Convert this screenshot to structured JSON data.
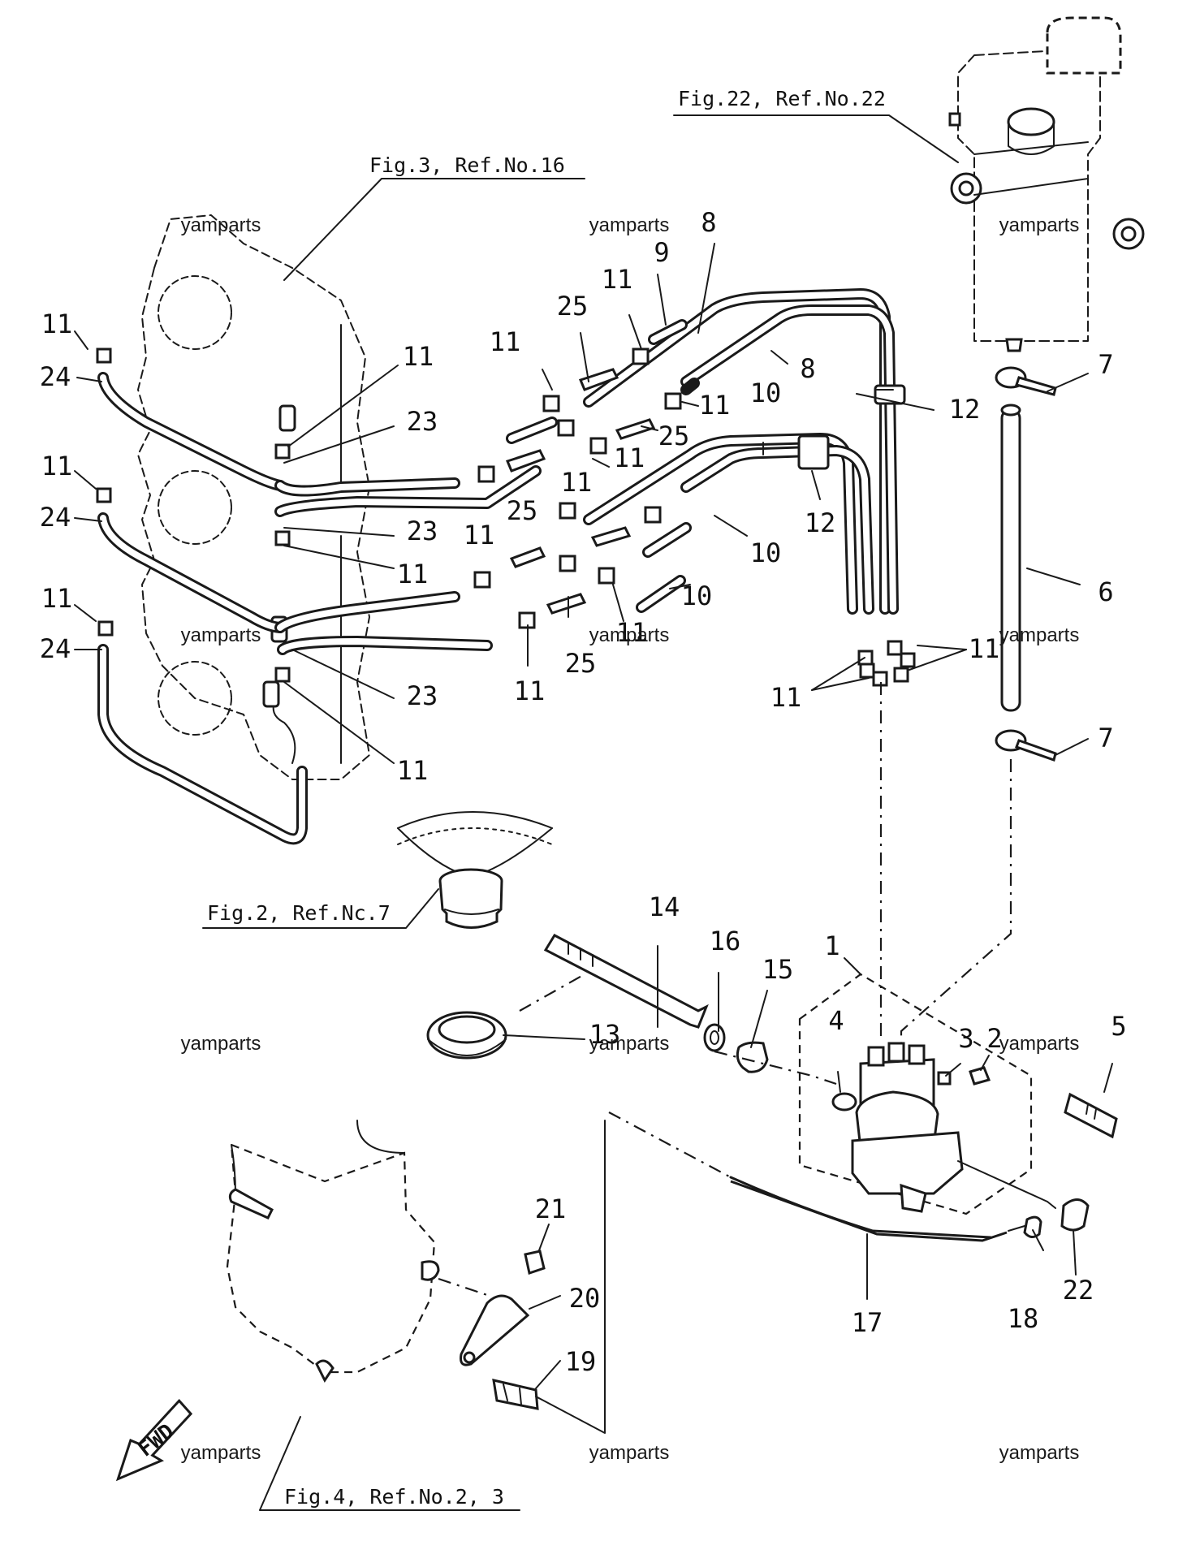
{
  "refs": {
    "fig22": "Fig.22, Ref.No.22",
    "fig3": "Fig.3, Ref.No.16",
    "fig2": "Fig.2, Ref.Nc.7",
    "fig4": "Fig.4, Ref.No.2, 3"
  },
  "watermark": "yamparts",
  "fwd_label": "FWD",
  "labels": {
    "p1": "1",
    "p2": "2",
    "p3": "3",
    "p4": "4",
    "p5": "5",
    "p6": "6",
    "p7a": "7",
    "p7b": "7",
    "p8a": "8",
    "p8b": "8",
    "p9": "9",
    "p10a": "10",
    "p10b": "10",
    "p10c": "10",
    "p11": "11",
    "p12a": "12",
    "p12b": "12",
    "p13": "13",
    "p14": "14",
    "p15": "15",
    "p16": "16",
    "p17": "17",
    "p18": "18",
    "p19": "19",
    "p20": "20",
    "p21": "21",
    "p22": "22",
    "p23a": "23",
    "p23b": "23",
    "p23c": "23",
    "p24a": "24",
    "p24b": "24",
    "p24c": "24",
    "p25a": "25",
    "p25b": "25",
    "p25c": "25",
    "p25d": "25"
  }
}
